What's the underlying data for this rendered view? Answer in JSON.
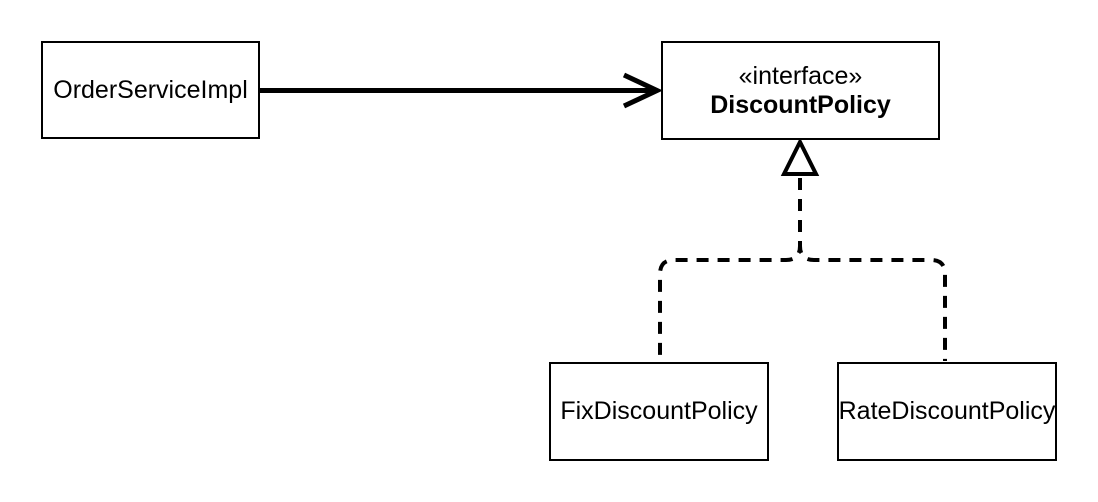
{
  "diagram": {
    "type": "uml-class-diagram",
    "nodes": [
      {
        "id": "order-service-impl",
        "label": "OrderServiceImpl"
      },
      {
        "id": "discount-policy",
        "stereotype": "«interface»",
        "label": "DiscountPolicy"
      },
      {
        "id": "fix-discount-policy",
        "label": "FixDiscountPolicy"
      },
      {
        "id": "rate-discount-policy",
        "label": "RateDiscountPolicy"
      }
    ],
    "edges": [
      {
        "from": "OrderServiceImpl",
        "to": "DiscountPolicy",
        "type": "dependency",
        "line": "solid",
        "head": "open-arrow"
      },
      {
        "from": "FixDiscountPolicy",
        "to": "DiscountPolicy",
        "type": "realization",
        "line": "dashed",
        "head": "hollow-triangle"
      },
      {
        "from": "RateDiscountPolicy",
        "to": "DiscountPolicy",
        "type": "realization",
        "line": "dashed",
        "head": "hollow-triangle"
      }
    ],
    "colors": {
      "stroke": "#000000",
      "node_fill": "#ffffff",
      "background": "#ffffff",
      "text": "#000000"
    }
  }
}
